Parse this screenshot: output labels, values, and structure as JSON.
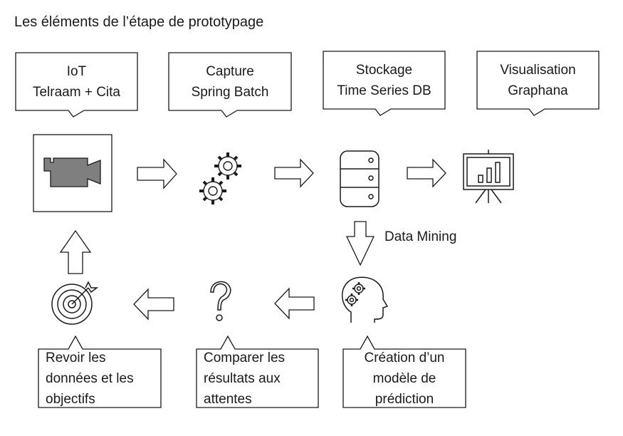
{
  "title": "Les éléments de l’étape de prototypage",
  "callouts": {
    "iot": {
      "line1": "IoT",
      "line2": "Telraam  + Cita"
    },
    "capture": {
      "line1": "Capture",
      "line2": "Spring Batch"
    },
    "stockage": {
      "line1": "Stockage",
      "line2": "Time Series DB"
    },
    "visualisation": {
      "line1": "Visualisation",
      "line2": "Graphana"
    },
    "revoir": {
      "line1": "Revoir les",
      "line2": "données et les",
      "line3": "objectifs"
    },
    "comparer": {
      "line1": "Comparer les",
      "line2": "résultats aux",
      "line3": "attentes"
    },
    "creation": {
      "line1": "Création d’un",
      "line2": "modèle de",
      "line3": "prédiction"
    }
  },
  "labels": {
    "data_mining": "Data Mining"
  },
  "icons": {
    "camera": "video-camera-icon",
    "gears": "gears-icon",
    "database": "database-icon",
    "presentation": "presentation-board-icon",
    "head": "head-gears-icon",
    "question": "question-mark-icon",
    "target": "target-icon"
  },
  "colors": {
    "stroke": "#1a1a1a",
    "camera_fill": "#7f7f7f",
    "background": "#ffffff"
  }
}
